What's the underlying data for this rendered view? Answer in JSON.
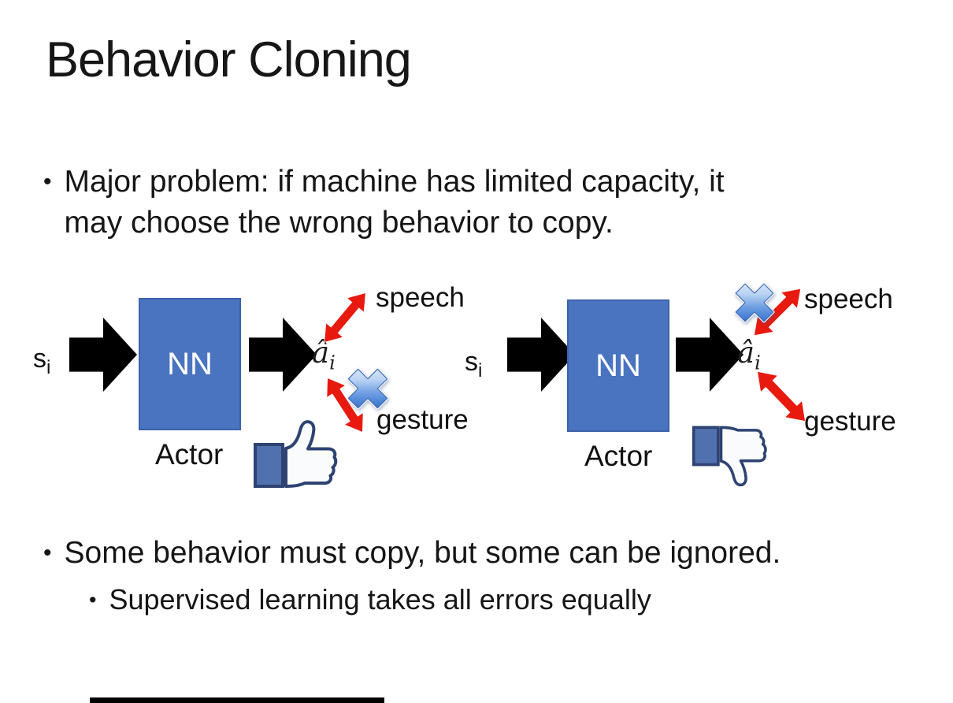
{
  "slide": {
    "title": "Behavior Cloning"
  },
  "bullets": {
    "major_problem_line1": "Major problem: if machine has limited capacity, it",
    "major_problem_line2": "may choose the wrong behavior to copy.",
    "some_behavior": "Some behavior must copy, but some can be ignored.",
    "supervised": "Supervised learning takes all errors equally",
    "bullet_glyph": "•"
  },
  "diagram": {
    "input_base": "s",
    "input_subscript": "i",
    "nn_label": "NN",
    "actor_label": "Actor",
    "output_base": "â",
    "output_subscript": "i",
    "speech_label": "speech",
    "gesture_label": "gesture"
  },
  "icons": {
    "left": [
      "right-arrow-icon",
      "right-arrow-icon",
      "double-arrow-icon-speech",
      "double-arrow-icon-gesture",
      "cross-icon-on-gesture",
      "thumbs-up-icon"
    ],
    "right": [
      "right-arrow-icon",
      "right-arrow-icon",
      "double-arrow-icon-speech",
      "double-arrow-icon-gesture",
      "cross-icon-on-speech",
      "thumbs-down-icon"
    ]
  },
  "colors": {
    "background": "#ffffff",
    "text": "#161616",
    "nn_box_fill": "#4a74c0",
    "nn_box_border": "#3d63a8",
    "black_arrow": "#000000",
    "red_arrow": "#e8190f",
    "cross_blue": "#3a74cf",
    "thumb_outline": "#2e4372",
    "thumb_sleeve": "#5070ae",
    "thumb_hand": "#fafbfc"
  }
}
